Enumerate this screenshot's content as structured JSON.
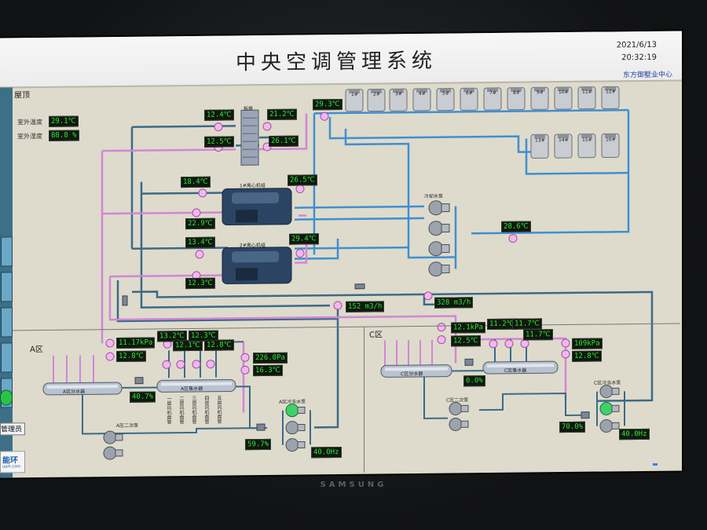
{
  "title": "中央空调管理系统",
  "date": "2021/6/13",
  "time": "20:32:19",
  "site": "东方御墅业中心",
  "sections": {
    "roof": "屋顶",
    "a": "A区",
    "c": "C区"
  },
  "outdoor": {
    "temp_label": "室外温度",
    "temp_value": "29.1℃",
    "hum_label": "室外湿度",
    "hum_value": "88.8 %"
  },
  "roof_readings": {
    "hx_in_top": "12.4℃",
    "hx_out_top": "21.2℃",
    "hx_in_bot": "12.5℃",
    "hx_out_bot": "26.1℃",
    "cooling_out": "29.3℃",
    "ch1_left": "18.4℃",
    "ch1_right": "26.5℃",
    "ch1_bottom": "22.9℃",
    "ch2_left": "13.4℃",
    "ch2_right": "29.4℃",
    "ch2_bottom": "12.3℃",
    "cooling_return": "28.6℃",
    "flow1": "152 m3/h",
    "flow2": "328 m3/h"
  },
  "equipment": {
    "heat_exchanger": "板换",
    "chiller1": "1#离心机组",
    "chiller2": "2#离心机组",
    "cooling_pump": "冷却水泵",
    "tower_row1": [
      "1#",
      "2#",
      "3#",
      "4#",
      "5#",
      "6#",
      "7#",
      "8#",
      "9#",
      "10#",
      "11#",
      "12#"
    ],
    "tower_row2": [
      "13#",
      "14#",
      "15#",
      "16#"
    ]
  },
  "zone_a": {
    "pressure_left": "11.17kPa",
    "temp_left": "12.8℃",
    "sensors": [
      "13.2℃",
      "12.1℃",
      "12.3℃",
      "12.8℃"
    ],
    "pressure_right": "226.0Pa",
    "temp_right": "16.3℃",
    "valve": "40.7%",
    "pump_pct": "59.7%",
    "freq": "40.0Hz",
    "divider_label": "A区分水器",
    "collector_label": "A区集水器",
    "secondary_pump": "A区二次泵",
    "circ_pump": "A区冷冻水泵",
    "branch_caps": [
      "一层风机盘管",
      "二层风机盘管",
      "三层风机盘管",
      "四层风机盘管",
      "五层风机盘管"
    ]
  },
  "zone_c": {
    "pressure_left": "12.1kPa",
    "temp_left": "12.5℃",
    "sensors": [
      "11.2℃",
      "11.7℃",
      "11.7℃"
    ],
    "pressure_right": "109kPa",
    "temp_right": "12.8℃",
    "valve": "0.0%",
    "pump_pct": "70.0%",
    "freq": "40.0Hz",
    "divider_label": "C区分水器",
    "collector_label": "C区集水器",
    "secondary_pump": "C区二次泵",
    "circ_pump": "C区冷冻水泵"
  },
  "buttons": {
    "mgmt": "管理员"
  },
  "logo": {
    "name": "能环",
    "url": "uaih.com"
  },
  "monitor_brand": "SAMSUNG",
  "colors": {
    "screen_bg": "#dedbcc",
    "pipe_blue": "#3f8fd1",
    "pipe_dark": "#3c6a87",
    "pipe_pink": "#d286d6",
    "display_text": "#39e03b"
  }
}
